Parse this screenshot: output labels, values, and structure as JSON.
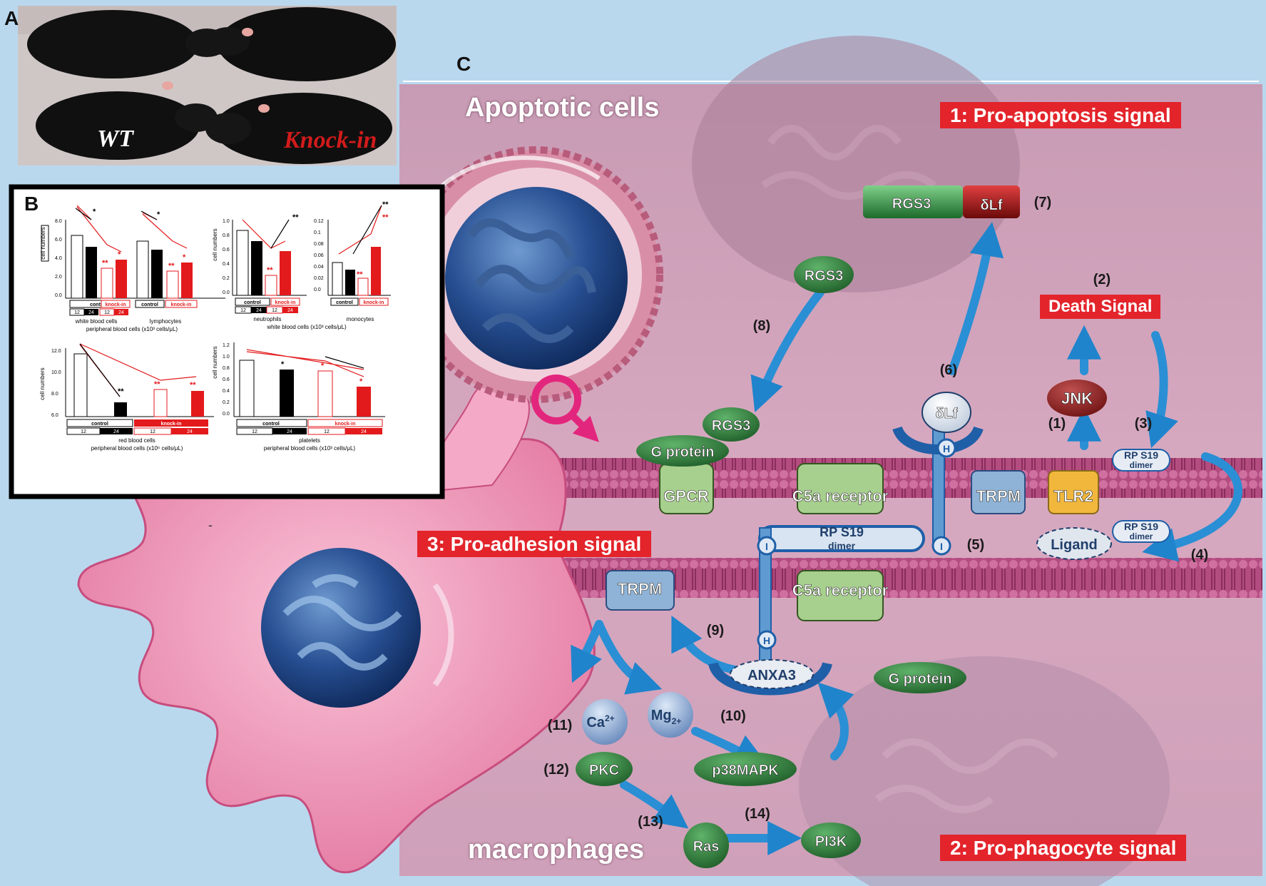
{
  "panels": {
    "a": "A",
    "b": "B",
    "c": "C"
  },
  "photo": {
    "wt_label": "WT",
    "knockin_label": "Knock-in"
  },
  "charts": {
    "wbc": {
      "ylabel": "cell numbers",
      "yticks": [
        "8.0",
        "6.0",
        "4.0",
        "2.0",
        "0.0"
      ],
      "groups": [
        "control",
        "knock-in"
      ],
      "timepoints": [
        "12",
        "24",
        "12",
        "24"
      ],
      "cell_labels": [
        "white blood cells",
        "lymphocytes"
      ],
      "axis_title": "peripheral blood cells (x10³ cells/μL)",
      "sig": [
        "*",
        "*",
        "**",
        "*",
        "**",
        "*"
      ]
    },
    "neut": {
      "ylabel": "cell numbers",
      "yticks_neut": [
        "1.0",
        "0.8",
        "0.6",
        "0.4",
        "0.2",
        "0.0"
      ],
      "yticks_mono": [
        "0.12",
        "0.1",
        "0.08",
        "0.06",
        "0.04",
        "0.02",
        "0.0"
      ],
      "groups": [
        "control",
        "knock-in"
      ],
      "timepoints": [
        "12",
        "24",
        "12",
        "24"
      ],
      "cell_labels": [
        "neutrophils",
        "monocytes"
      ],
      "axis_title": "white blood cells (x10³ cells/μL)",
      "sig": [
        "**",
        "**",
        "**",
        "**",
        "**"
      ]
    },
    "rbc": {
      "ylabel": "cell numbers",
      "yticks": [
        "12.0",
        "10.0",
        "8.0",
        "6.0"
      ],
      "groups": [
        "control",
        "knock-in"
      ],
      "timepoints": [
        "12",
        "24",
        "12",
        "24"
      ],
      "cell_label": "red blood cells",
      "axis_title": "peripheral blood cells (x10⁶ cells/μL)",
      "sig": [
        "**",
        "**",
        "**"
      ]
    },
    "plt": {
      "ylabel": "cell numbers",
      "yticks": [
        "1.2",
        "1.0",
        "0.8",
        "0.6",
        "0.4",
        "0.2",
        "0.0"
      ],
      "groups": [
        "control",
        "knock-in"
      ],
      "timepoints": [
        "12",
        "24",
        "12",
        "24"
      ],
      "cell_label": "platelets",
      "axis_title": "peripheral blood cells (x10³ cells/μL)",
      "sig": [
        "*",
        "*",
        "*"
      ]
    }
  },
  "diagram": {
    "apoptotic_cells": "Apoptotic cells",
    "macrophages": "macrophages",
    "signal1": "1: Pro-apoptosis signal",
    "signal2": "2: Pro-phagocyte signal",
    "signal3": "3: Pro-adhesion signal",
    "death_signal": "Death Signal",
    "rgs3": "RGS3",
    "dlf": "δLf",
    "g_protein": "G protein",
    "gpcr": "GPCR",
    "c5a_receptor": "C5a receptor",
    "trpm": "TRPM",
    "tlr2": "TLR2",
    "jnk": "JNK",
    "ligand": "Ligand",
    "rps19_top": "RP S19",
    "rps19_bottom": "dimer",
    "anxa3": "ANXA3",
    "h": "H",
    "i": "I",
    "ca": "Ca",
    "ca_sup": "2+",
    "mg": "Mg",
    "mg_sub": "2+",
    "pkc": "PKC",
    "ras": "Ras",
    "pi3k": "PI3K",
    "p38": "p38MAPK",
    "steps": [
      "(1)",
      "(2)",
      "(3)",
      "(4)",
      "(5)",
      "(6)",
      "(7)",
      "(8)",
      "(9)",
      "(10)",
      "(11)",
      "(12)",
      "(13)",
      "(14)"
    ]
  },
  "dash_mark": "-"
}
